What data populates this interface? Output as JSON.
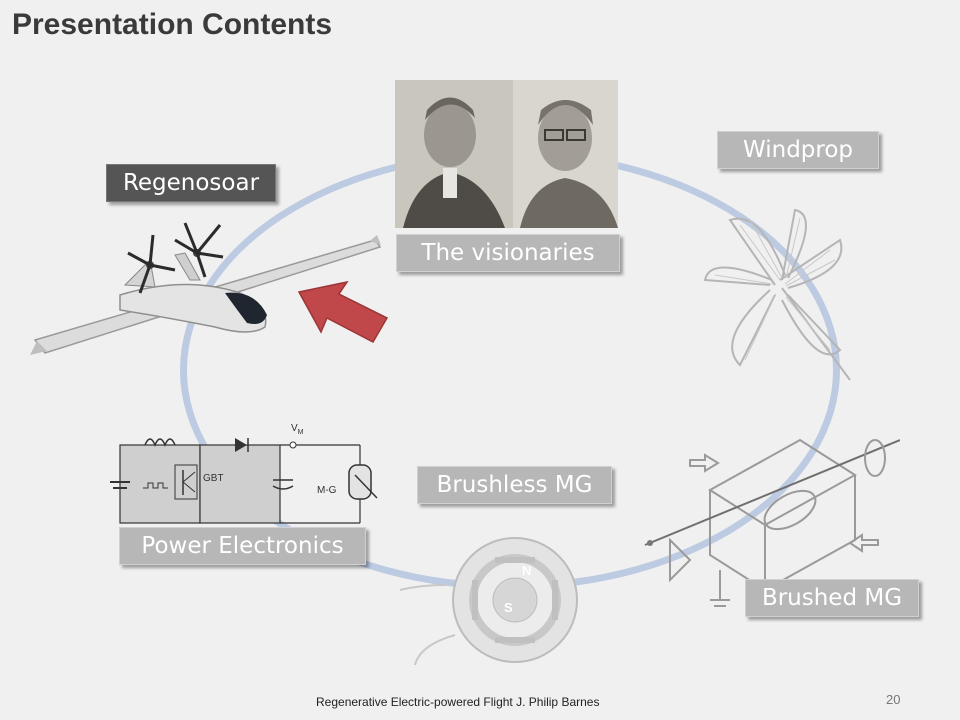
{
  "page": {
    "title": "Presentation Contents",
    "footer": "Regenerative Electric-powered Flight   J. Philip Barnes",
    "page_number": "20"
  },
  "sections": {
    "regenosoar": "Regenosoar",
    "visionaries": "The visionaries",
    "windprop": "Windprop",
    "brushless": "Brushless MG",
    "power_electronics": "Power Electronics",
    "brushed": "Brushed MG"
  },
  "circuit": {
    "vm_label": "V",
    "vm_sub": "M",
    "igbt_label": "GBT",
    "mg_label": "M-G"
  },
  "motor": {
    "n_label": "N",
    "s_label": "S"
  },
  "colors": {
    "ring": "#bdcbe2",
    "arrow": "#c0474a",
    "label_dark": "#555555",
    "label_light": "#b7b7b7"
  }
}
